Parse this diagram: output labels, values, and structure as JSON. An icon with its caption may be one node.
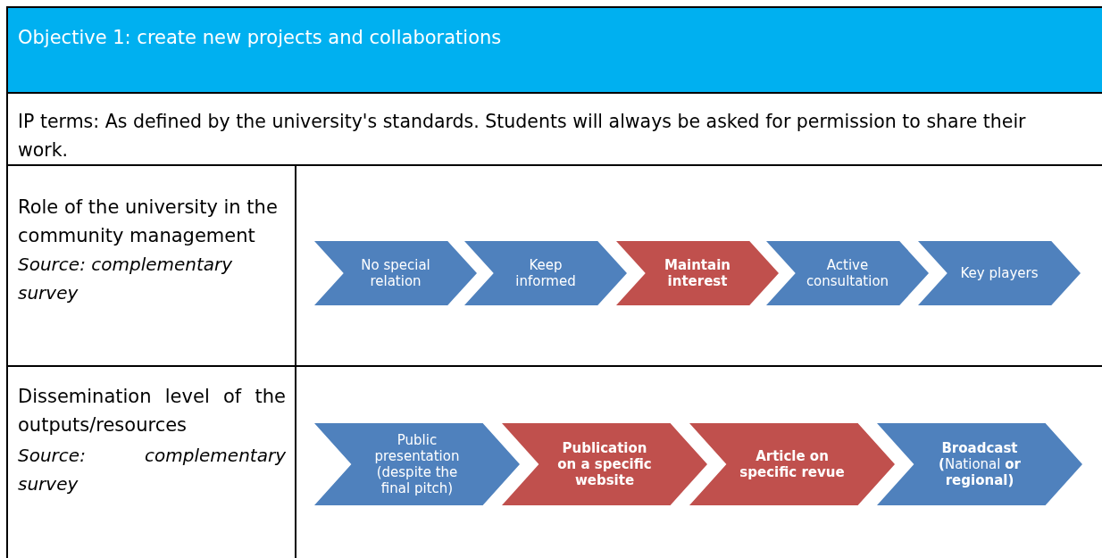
{
  "diagram": {
    "nodes": [
      {
        "text": [
          "No special relation"
        ]
      },
      {
        "text": [
          "Keep informed"
        ]
      },
      {
        "text": [
          "Maintain interest"
        ]
      },
      {
        "text": [
          "Active consultation"
        ]
      },
      {
        "text": [
          "Key players"
        ]
      },
      {
        "text": [
          "Public presentation (despite the final pitch)"
        ]
      },
      {
        "text": [
          "Publication on a specific website"
        ]
      },
      {
        "text": [
          "Article on specific revue"
        ]
      },
      {
        "text": [
          "**Broadcast (**National **or regional)**"
        ]
      }
    ],
    "labels": [
      "Objective 1: create new projects and collaborations",
      "IP terms: As defined by the university's standards. Students will always be asked for permission to share their work.",
      "Role of the university in the community management",
      "Source: complementary survey",
      "Dissemination level of the outputs/resources",
      "Source: complementary survey"
    ]
  }
}
